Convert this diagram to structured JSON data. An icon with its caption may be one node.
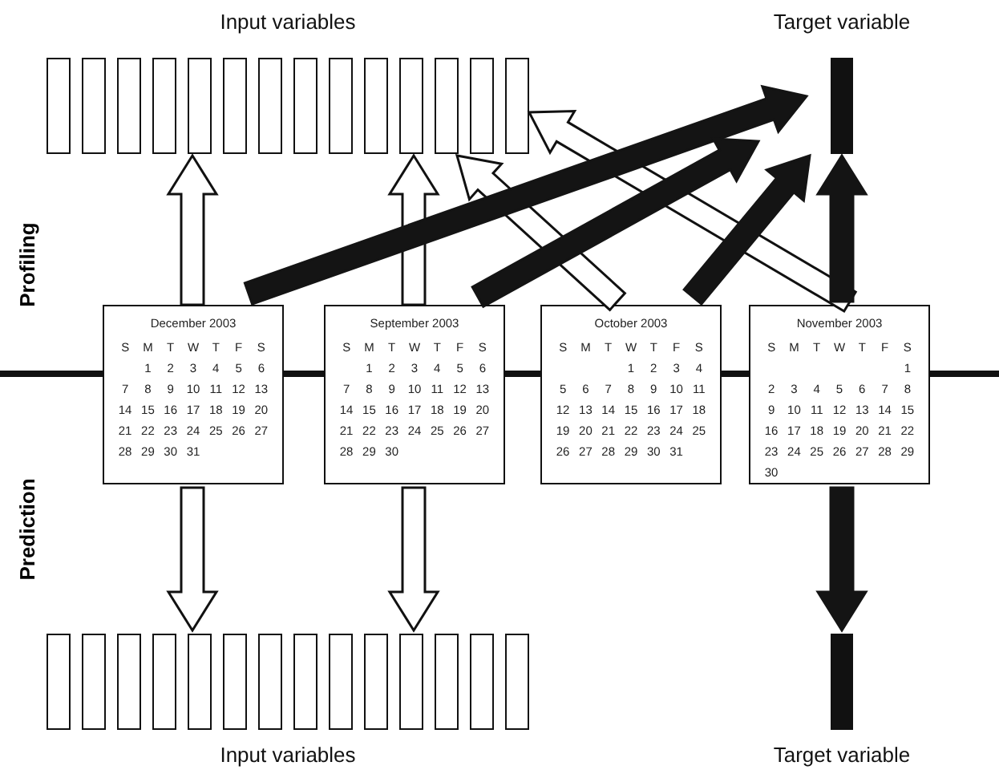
{
  "diagram": {
    "nodes": [
      {
        "text": [
          "Input variables"
        ]
      },
      {
        "text": [
          "Target variable"
        ]
      },
      {
        "text": [
          "December 2003",
          "S M T W T F S",
          "1 2 3 4 5 6",
          "7 8 9 10 11 12 13",
          "14 15 16 17 18 19 20",
          "21 22 23 24 25 26 27",
          "28 29 30 31"
        ]
      },
      {
        "text": [
          "September 2003",
          "S M T W T F S",
          "1 2 3 4 5 6",
          "7 8 9 10 11 12 13",
          "14 15 16 17 18 19 20",
          "21 22 23 24 25 26 27",
          "28 29 30"
        ]
      },
      {
        "text": [
          "October 2003",
          "S M T W T F S",
          "1 2 3 4",
          "5 6 7 8 9 10 11",
          "12 13 14 15 16 17 18",
          "19 20 21 22 23 24 25",
          "26 27 28 29 30 31"
        ]
      },
      {
        "text": [
          "November 2003",
          "S M T W T F S",
          "1",
          "2 3 4 5 6 7 8",
          "9 10 11 12 13 14 15",
          "16 17 18 19 20 21 22",
          "23 24 25 26 27 28 29",
          "30"
        ]
      },
      {
        "text": [
          "Input variables"
        ]
      },
      {
        "text": [
          "Target variable"
        ]
      }
    ],
    "edges": [
      {
        "from": 2,
        "to": 0,
        "arrow": "to"
      },
      {
        "from": 3,
        "to": 0,
        "arrow": "to"
      },
      {
        "from": 4,
        "to": 0,
        "arrow": "to"
      },
      {
        "from": 5,
        "to": 0,
        "arrow": "to"
      },
      {
        "from": 2,
        "to": 1,
        "arrow": "to",
        "color": "#141414"
      },
      {
        "from": 3,
        "to": 1,
        "arrow": "to",
        "color": "#141414"
      },
      {
        "from": 4,
        "to": 1,
        "arrow": "to",
        "color": "#141414"
      },
      {
        "from": 5,
        "to": 1,
        "arrow": "to",
        "color": "#141414"
      },
      {
        "from": 2,
        "to": 6,
        "arrow": "to"
      },
      {
        "from": 3,
        "to": 6,
        "arrow": "to"
      },
      {
        "from": 5,
        "to": 7,
        "arrow": "to",
        "color": "#141414"
      }
    ],
    "labels": [
      "Profiling",
      "Prediction"
    ]
  }
}
